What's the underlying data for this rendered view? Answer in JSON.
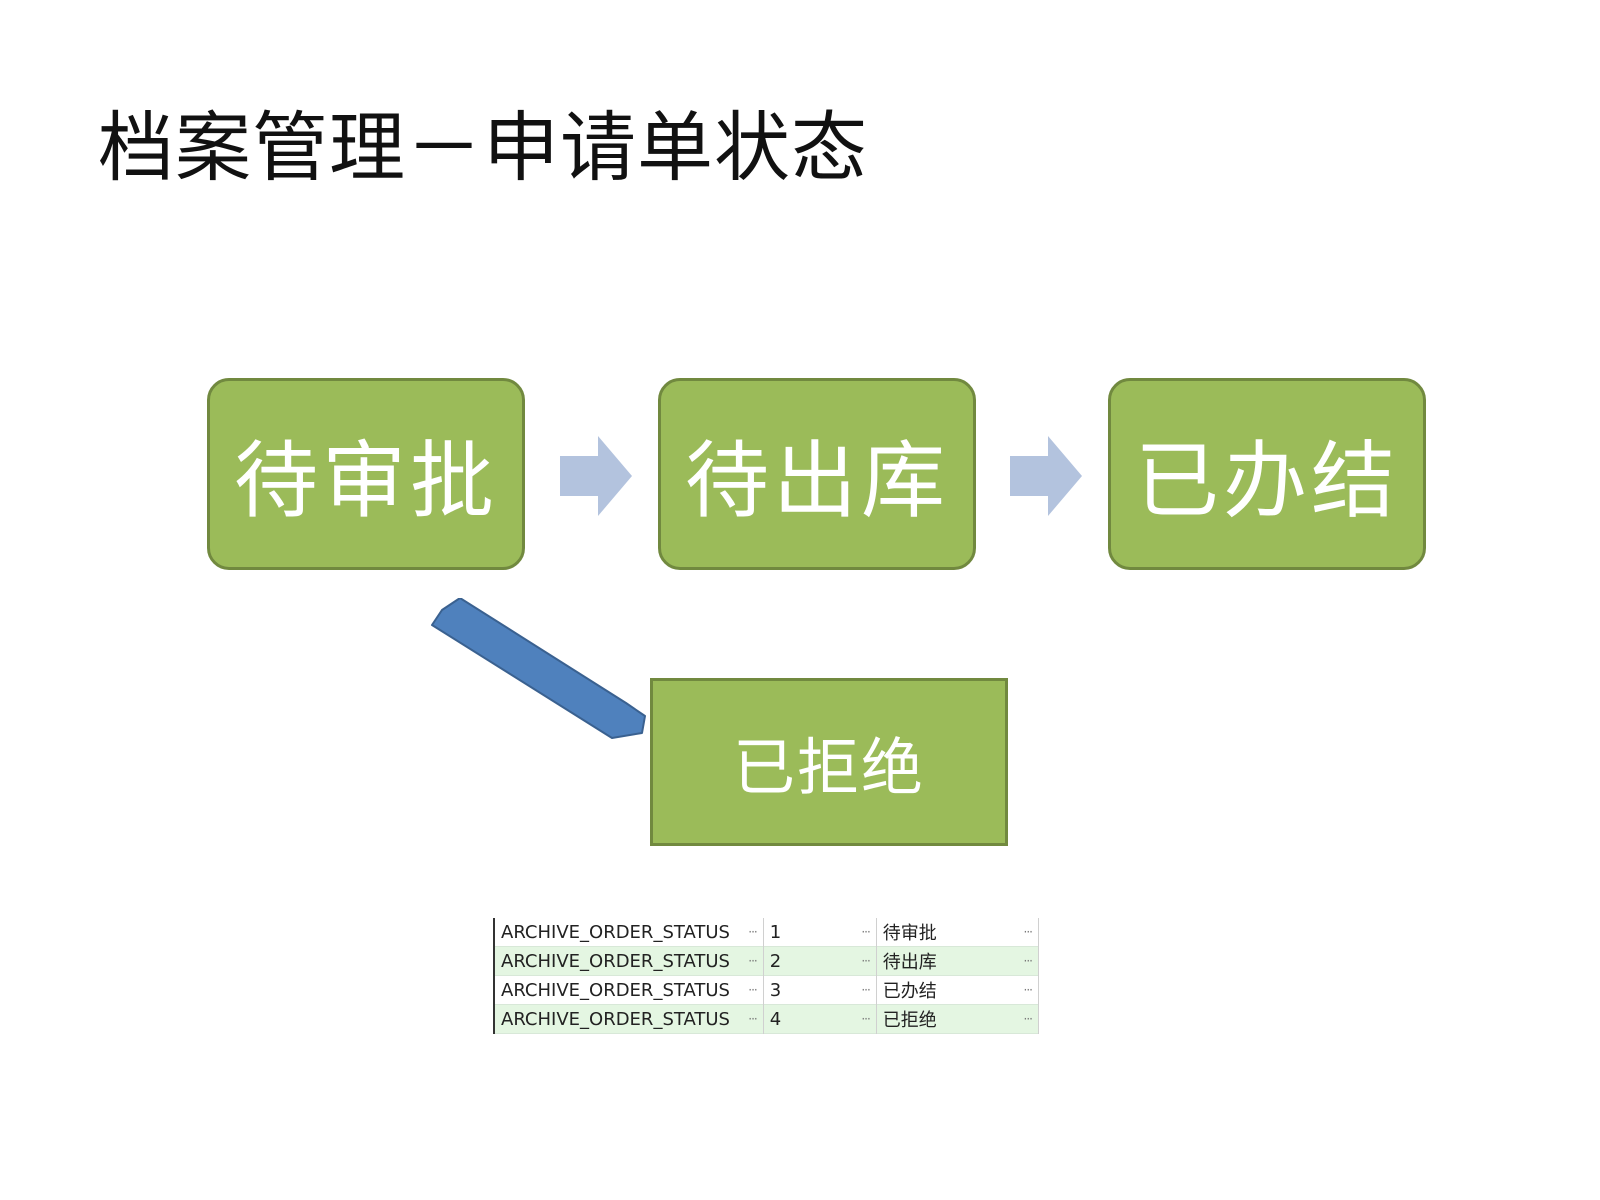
{
  "title": "档案管理－申请单状态",
  "states": {
    "pending_approval": "待审批",
    "pending_outbound": "待出库",
    "completed": "已办结",
    "rejected": "已拒绝"
  },
  "colors": {
    "box_fill": "#9bbb59",
    "box_border": "#71893f",
    "flow_arrow": "#b3c3de",
    "reject_arrow": "#4f81bd"
  },
  "table": {
    "ellipsis": "···",
    "rows": [
      {
        "code": "ARCHIVE_ORDER_STATUS",
        "value": "1",
        "name": "待审批"
      },
      {
        "code": "ARCHIVE_ORDER_STATUS",
        "value": "2",
        "name": "待出库"
      },
      {
        "code": "ARCHIVE_ORDER_STATUS",
        "value": "3",
        "name": "已办结"
      },
      {
        "code": "ARCHIVE_ORDER_STATUS",
        "value": "4",
        "name": "已拒绝"
      }
    ]
  }
}
